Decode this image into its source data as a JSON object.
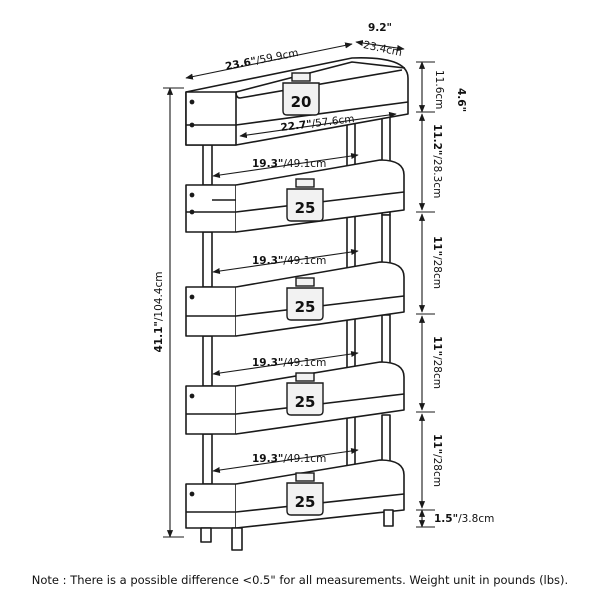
{
  "dimensions": {
    "width": {
      "in": "23.6\"",
      "cm": "/59.9cm"
    },
    "depth": {
      "in": "9.2\"",
      "cm": "23.4cm"
    },
    "top_rail": {
      "in": "4.6\"",
      "cm": "11.6cm"
    },
    "top_inner": {
      "in": "22.7\"",
      "cm": "/57.6cm"
    },
    "shelf_1": {
      "in": "11.2\"",
      "cm": "/28.3cm"
    },
    "shelf_2": {
      "in": "11\"",
      "cm": "/28cm"
    },
    "shelf_3": {
      "in": "11\"",
      "cm": "/28cm"
    },
    "shelf_4": {
      "in": "11\"",
      "cm": "/28cm"
    },
    "leg": {
      "in": "1.5\"",
      "cm": "/3.8cm"
    },
    "height": {
      "in": "41.1\"",
      "cm": "/104.4cm"
    },
    "inner_width": {
      "in": "19.3\"",
      "cm": "/49.1cm"
    }
  },
  "weights": [
    "20",
    "25",
    "25",
    "25",
    "25"
  ],
  "note": "Note : There is a possible difference <0.5\" for all measurements. Weight unit in pounds (lbs).",
  "colors": {
    "line": "#1a1a1a",
    "panel": "#ffffff",
    "weight": "#f2f2f2"
  },
  "icons": [
    "weight-icon",
    "dimension-arrow-icon"
  ]
}
